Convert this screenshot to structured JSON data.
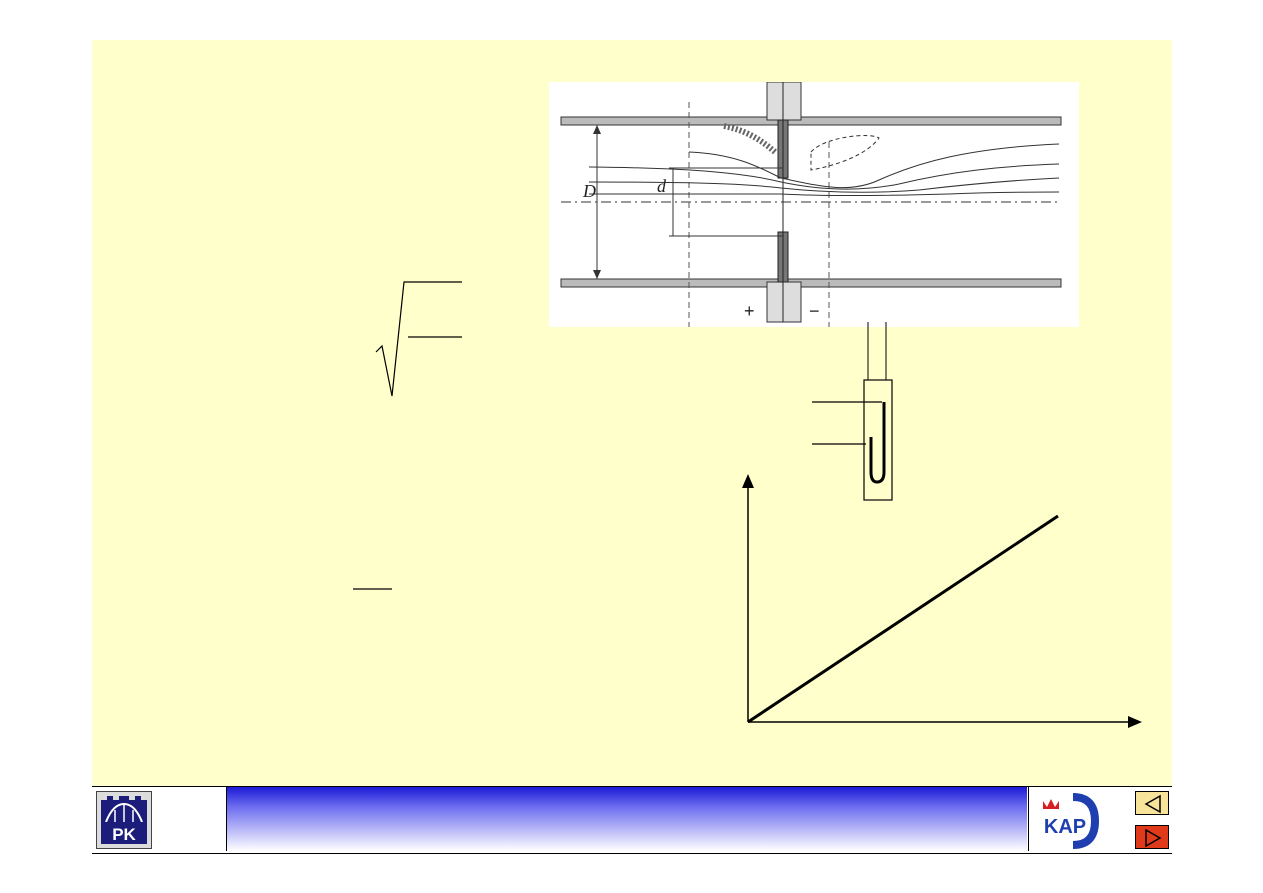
{
  "diagram": {
    "pipe": {
      "label_D": "D",
      "label_d": "d",
      "label_plus": "+",
      "label_minus": "−"
    }
  },
  "colors": {
    "slide_background": "#ffffcc",
    "band_dark": "#1a1ad6",
    "prev_button": "#f7e39a",
    "next_button": "#e03a1a",
    "kap_red": "#d42020",
    "kap_blue": "#1f3fb0"
  },
  "footer": {
    "pk_logo_text": "PK",
    "kap_logo_text": "KAP",
    "prev_icon": "triangle-left-icon",
    "next_icon": "triangle-right-icon"
  }
}
